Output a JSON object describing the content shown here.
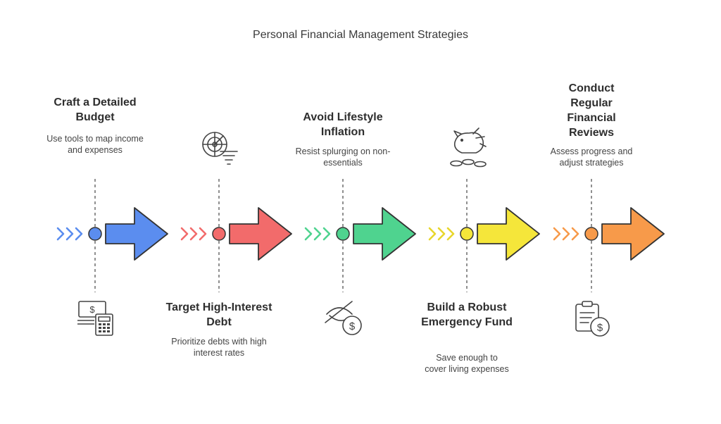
{
  "title": "Personal Financial Management Strategies",
  "steps": [
    {
      "heading": "Craft a Detailed Budget",
      "description": "Use tools to map income and expenses",
      "color": "#5b8def",
      "icon": "money-calculator-icon"
    },
    {
      "heading": "Target High-Interest Debt",
      "description": "Prioritize debts with high interest rates",
      "color": "#f26b6b",
      "icon": "radar-funnel-icon"
    },
    {
      "heading": "Avoid Lifestyle Inflation",
      "description": "Resist splurging on non-essentials",
      "color": "#4fd38f",
      "icon": "no-spending-icon"
    },
    {
      "heading": "Build a Robust Emergency Fund",
      "description": "Save enough to cover living expenses",
      "color": "#f5e63a",
      "icon": "piggy-bank-coins-icon"
    },
    {
      "heading": "Conduct Regular Financial Reviews",
      "description": "Assess progress and adjust strategies",
      "color": "#f79a4a",
      "icon": "clipboard-dollar-icon"
    }
  ]
}
